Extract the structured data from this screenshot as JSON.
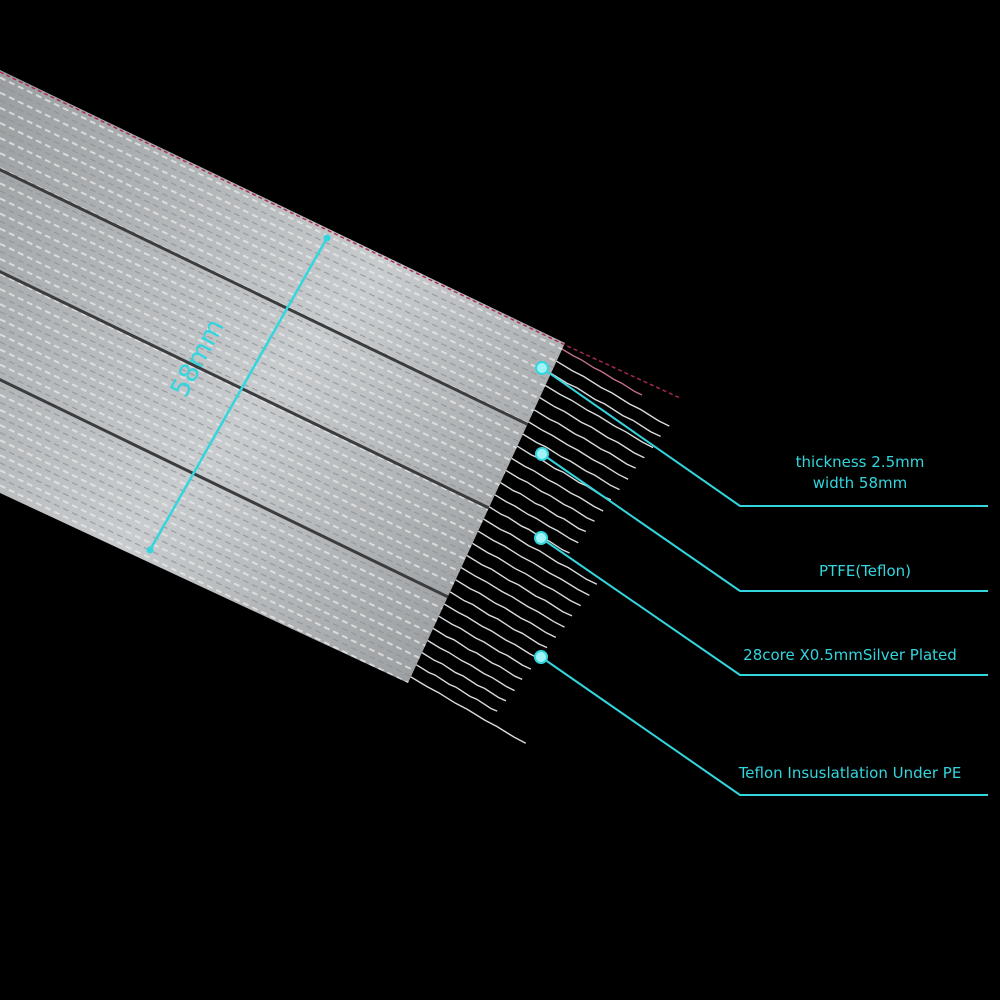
{
  "dimension": {
    "label": "58mm"
  },
  "callouts": [
    {
      "id": "thickness",
      "line1": "thickness 2.5mm",
      "line2": "width 58mm"
    },
    {
      "id": "ptfe",
      "line1": "PTFE(Teflon)"
    },
    {
      "id": "core",
      "line1": "28core X0.5mmSilver Plated"
    },
    {
      "id": "teflon",
      "line1": "Teflon Insuslatlation Under PE"
    }
  ],
  "colors": {
    "background": "#000000",
    "accent": "#33d6de",
    "ribbon": "#c9ccce",
    "ribbon_edge": "#b02a55",
    "wire": "#d9dbdd"
  }
}
